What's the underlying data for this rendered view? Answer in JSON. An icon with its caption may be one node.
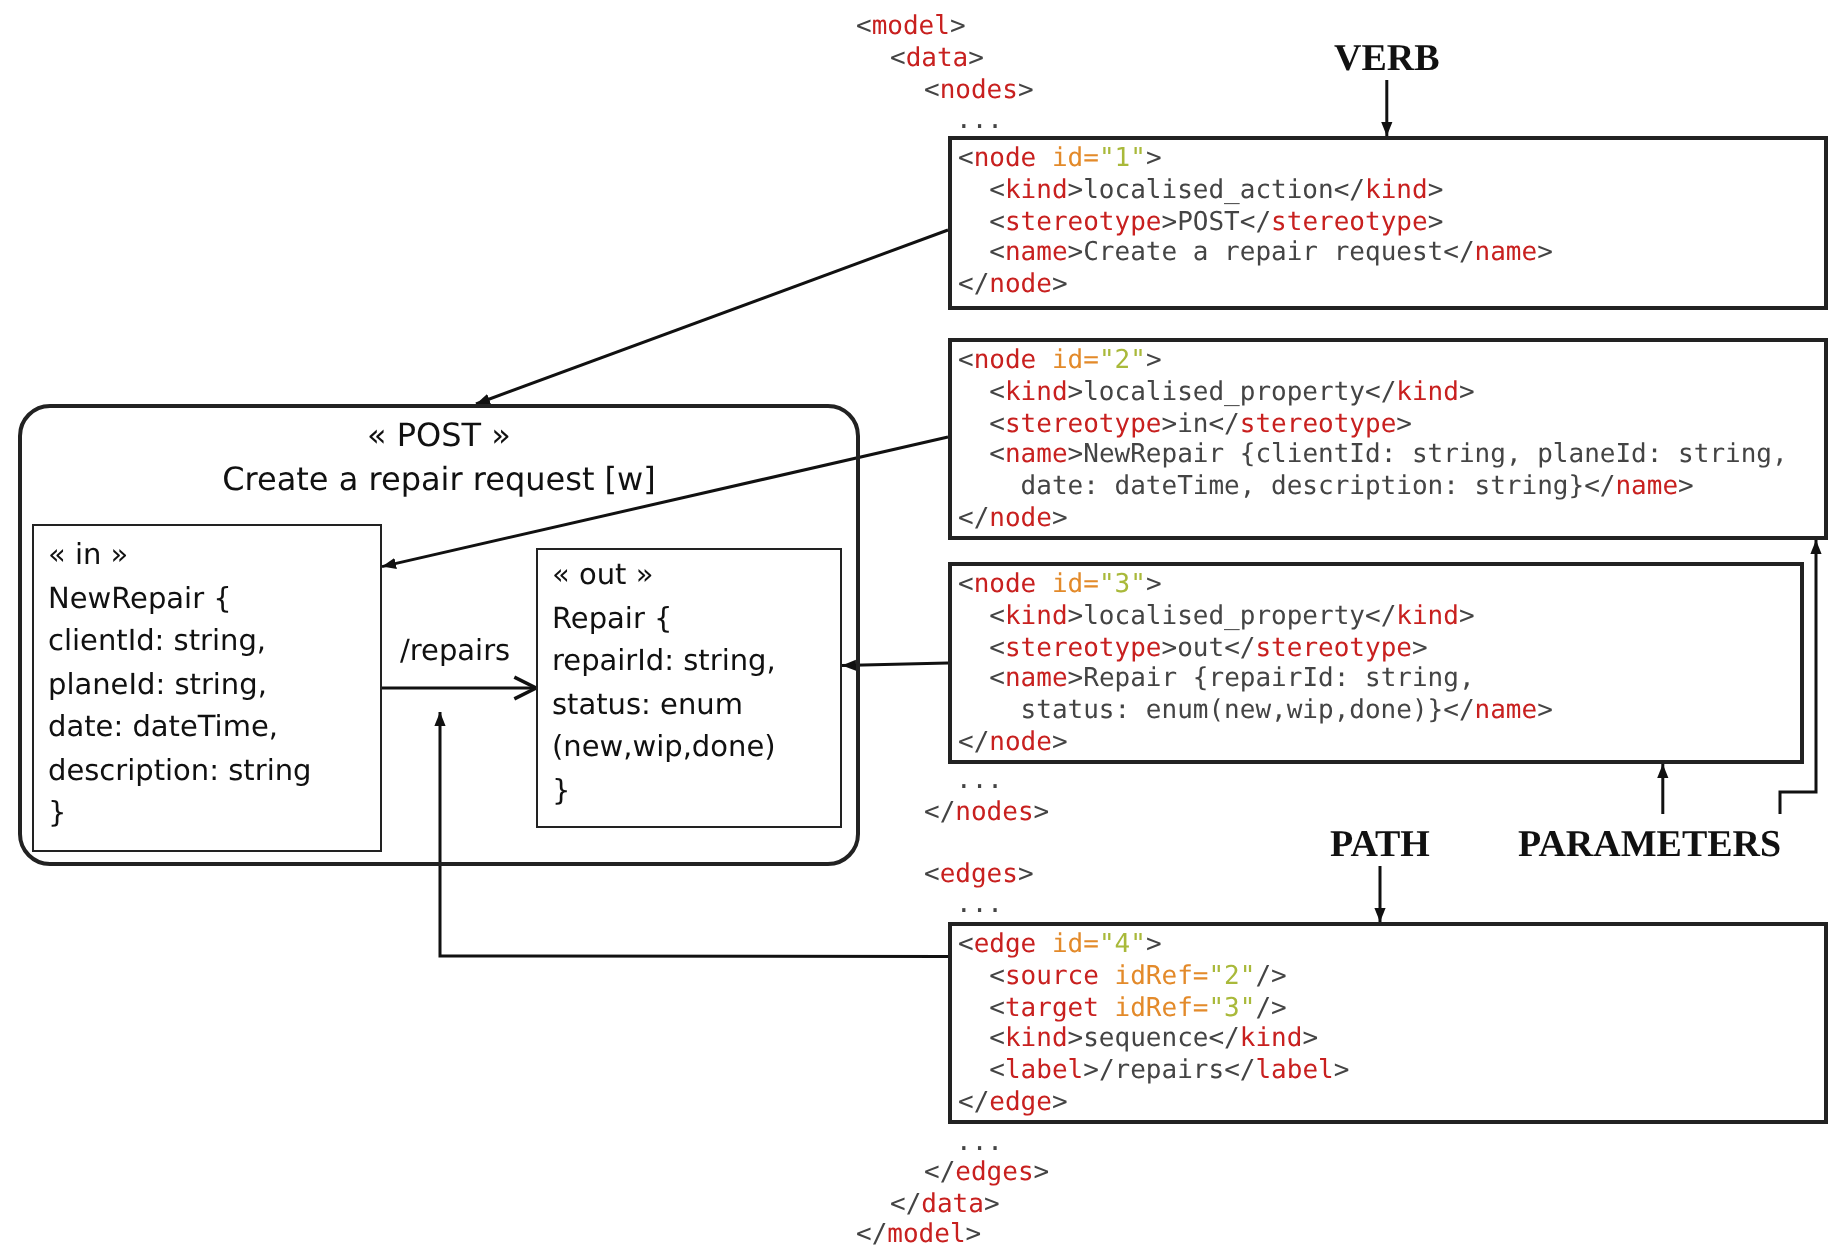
{
  "diagram": {
    "nodes": [
      {
        "text": [
          "« POST »",
          "Create a repair request [w]"
        ]
      },
      {
        "text": [
          "« in »",
          "NewRepair {",
          "clientId: string,",
          "planeId: string,",
          "date: dateTime,",
          "description: string",
          "}"
        ],
        "in": 0
      },
      {
        "text": [
          "« out »",
          "Repair {",
          "repairId: string,",
          "status: enum",
          "(new,wip,done)",
          "}"
        ],
        "in": 0
      },
      {
        "text": [
          "<node id=\"1\">",
          "<kind>localised_action</kind>",
          "<stereotype>POST</stereotype>",
          "<name>Create a repair request</name>",
          "</node>"
        ]
      },
      {
        "text": [
          "<node id=\"2\">",
          "<kind>localised_property</kind>",
          "<stereotype>in</stereotype>",
          "<name>NewRepair {clientId: string, planeId: string, date: dateTime, description: string}</name>",
          "</node>"
        ]
      },
      {
        "text": [
          "<node id=\"3\">",
          "<kind>localised_property</kind>",
          "<stereotype>out</stereotype>",
          "<name>Repair {repairId: string, status: enum(new,wip,done)}</name>",
          "</node>"
        ]
      },
      {
        "text": [
          "<edge id=\"4\">",
          "<source idRef=\"2\"/>",
          "<target idRef=\"3\"/>",
          "<kind>sequence</kind>",
          "<label>/repairs</label>",
          "</edge>"
        ]
      },
      {
        "text": [
          "VERB"
        ]
      },
      {
        "text": [
          "PATH"
        ]
      },
      {
        "text": [
          "PARAMETERS"
        ]
      }
    ],
    "edges": [
      {
        "from": 3,
        "to": 0,
        "arrow": "to"
      },
      {
        "from": 4,
        "to": 1,
        "arrow": "to"
      },
      {
        "from": 5,
        "to": 2,
        "arrow": "to"
      },
      {
        "from": 1,
        "to": 2,
        "arrow": "to",
        "label": "/repairs"
      },
      {
        "from": 6,
        "to": null,
        "arrow": "to"
      },
      {
        "from": 7,
        "to": 3,
        "arrow": "to"
      },
      {
        "from": 8,
        "to": 6,
        "arrow": "to"
      },
      {
        "from": 9,
        "to": 5,
        "arrow": "to"
      },
      {
        "from": 9,
        "to": 4,
        "arrow": "to"
      }
    ],
    "labels": [
      "<model>",
      "<data>",
      "<nodes>",
      "...",
      "...",
      "</nodes>",
      "<edges>",
      "...",
      "...",
      "</edges>",
      "</data>",
      "</model>"
    ]
  }
}
